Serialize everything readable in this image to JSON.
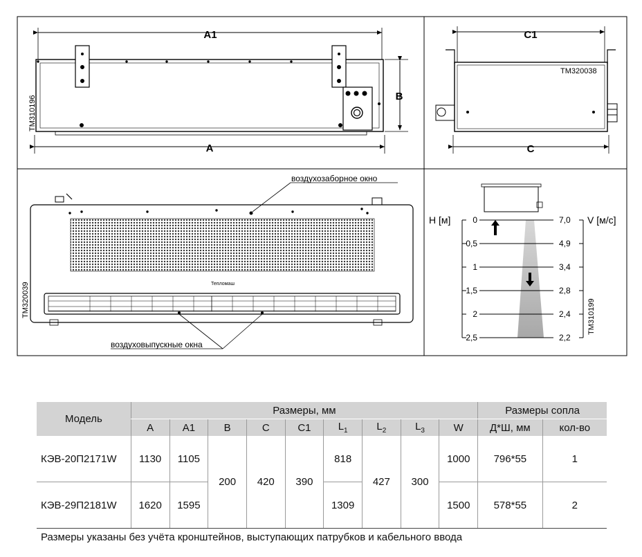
{
  "panel_top_left": {
    "dim_a1": "A1",
    "dim_a": "A",
    "dim_b": "B",
    "code": "ТМ310196"
  },
  "panel_top_right": {
    "dim_c1": "C1",
    "dim_c": "C",
    "code": "ТМ320038"
  },
  "panel_bottom_left": {
    "intake_label": "воздухозаборное окно",
    "outlet_label": "воздуховыпускные окна",
    "brand": "Тепломаш",
    "code": "ТМ320039"
  },
  "panel_bottom_right": {
    "h_label": "H [м]",
    "v_label": "V [м/с]",
    "heights": [
      "0",
      "0,5",
      "1",
      "1,5",
      "2",
      "2,5"
    ],
    "velocities": [
      "7,0",
      "4,9",
      "3,4",
      "2,8",
      "2,4",
      "2,2"
    ],
    "code": "ТМ310199"
  },
  "table": {
    "head": {
      "model": "Модель",
      "sizes": "Размеры, мм",
      "nozzle": "Размеры сопла",
      "cols": [
        "A",
        "A1",
        "B",
        "C",
        "C1",
        "L",
        "L",
        "L",
        "W"
      ],
      "subs": [
        "",
        "",
        "",
        "",
        "",
        "1",
        "2",
        "3",
        ""
      ],
      "nozzle_cols": [
        "Д*Ш, мм",
        "кол-во"
      ]
    },
    "rows": [
      {
        "model": "КЭВ-20П2171W",
        "a": "1130",
        "a1": "1105",
        "l1": "818",
        "w": "1000",
        "nozzle": "796*55",
        "count": "1"
      },
      {
        "model": "КЭВ-29П2181W",
        "a": "1620",
        "a1": "1595",
        "l1": "1309",
        "w": "1500",
        "nozzle": "578*55",
        "count": "2"
      }
    ],
    "shared": {
      "b": "200",
      "c": "420",
      "c1": "390",
      "l2": "427",
      "l3": "300"
    }
  },
  "note": "Размеры указаны без учёта кронштейнов, выступающих патрубков и кабельного ввода"
}
